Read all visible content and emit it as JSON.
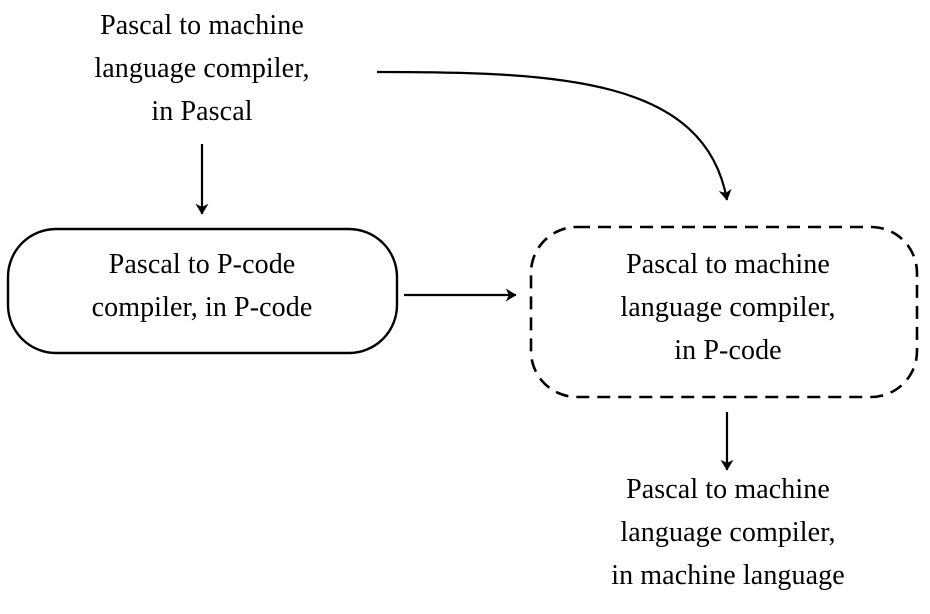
{
  "diagram": {
    "title": "Pascal compiler bootstrapping T-diagram",
    "background_color": "#ffffff",
    "stroke_color": "#000000",
    "nodes": {
      "source_compiler": {
        "label": "Pascal to machine\nlanguage compiler,\nin Pascal",
        "shape": "plain-text",
        "border": "none"
      },
      "pcode_compiler": {
        "label": "Pascal to P-code\ncompiler, in P-code",
        "shape": "rounded-rectangle",
        "border": "solid"
      },
      "machine_compiler_in_pcode": {
        "label": "Pascal to machine\nlanguage compiler,\nin P-code",
        "shape": "rounded-rectangle",
        "border": "dashed"
      },
      "machine_compiler_in_machine": {
        "label": "Pascal to machine\nlanguage compiler,\nin machine language",
        "shape": "plain-text",
        "border": "none"
      }
    },
    "arrows": [
      {
        "name": "arrow-source-to-pcode-compiler",
        "from": "source_compiler",
        "to": "pcode_compiler",
        "style": "straight-vertical"
      },
      {
        "name": "arrow-source-to-machine-compiler",
        "from": "source_compiler",
        "to": "machine_compiler_in_pcode",
        "style": "curved"
      },
      {
        "name": "arrow-pcode-to-machine-compiler",
        "from": "pcode_compiler",
        "to": "machine_compiler_in_pcode",
        "style": "straight-horizontal"
      },
      {
        "name": "arrow-machine-compiler-output",
        "from": "machine_compiler_in_pcode",
        "to": "machine_compiler_in_machine",
        "style": "straight-vertical"
      }
    ]
  }
}
